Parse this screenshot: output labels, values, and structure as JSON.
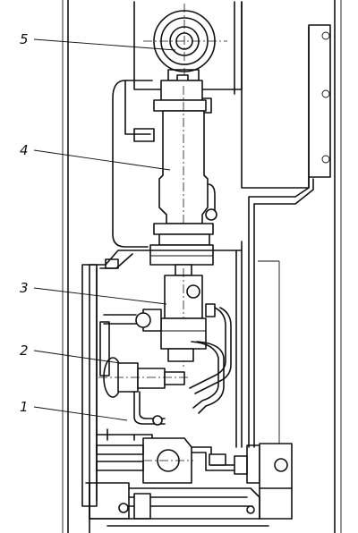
{
  "callouts": [
    {
      "id": "c5",
      "label": "5"
    },
    {
      "id": "c4",
      "label": "4"
    },
    {
      "id": "c3",
      "label": "3"
    },
    {
      "id": "c2",
      "label": "2"
    },
    {
      "id": "c1",
      "label": "1"
    }
  ]
}
